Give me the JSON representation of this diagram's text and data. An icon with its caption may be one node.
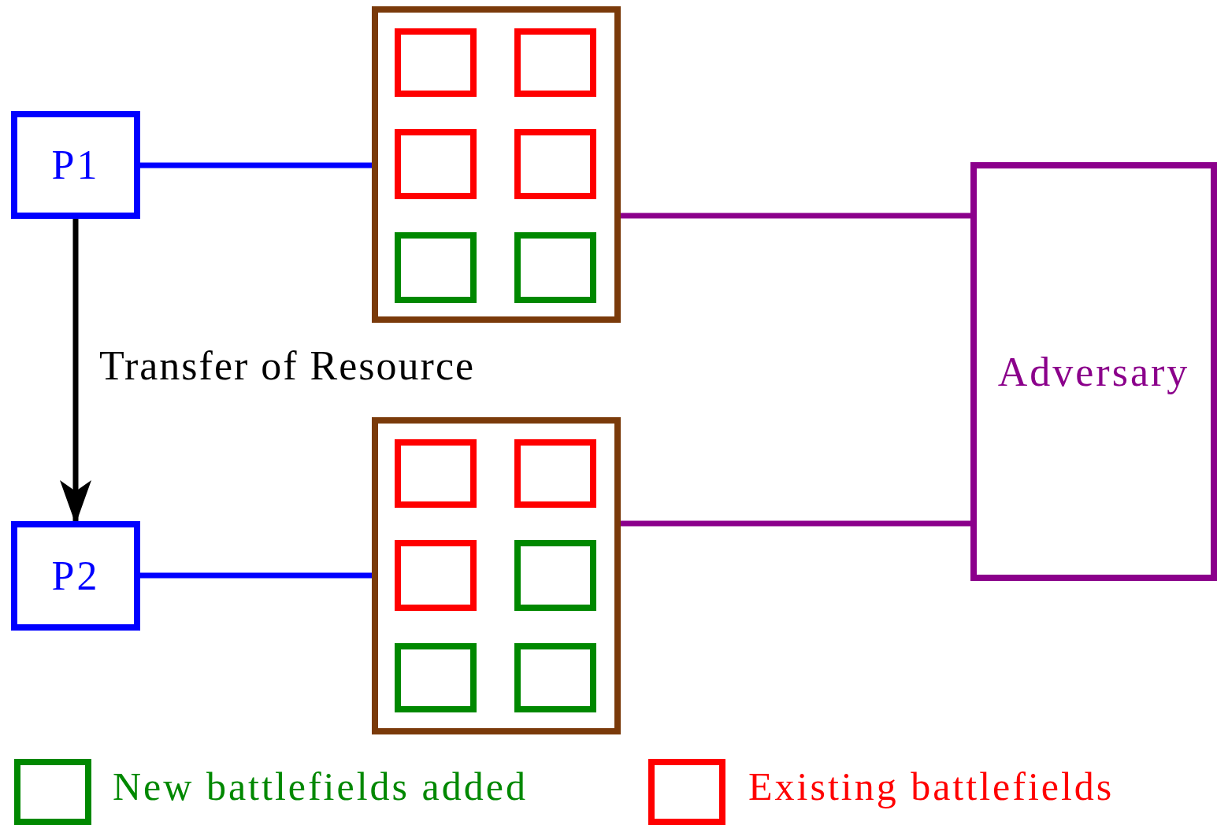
{
  "diagram": {
    "nodes": [
      {
        "text": [
          "P1"
        ]
      },
      {
        "text": [],
        "shape": "box"
      },
      {
        "text": [],
        "shape": "box",
        "in": 1
      },
      {
        "text": [],
        "shape": "box",
        "in": 1
      },
      {
        "text": [],
        "shape": "box",
        "in": 1
      },
      {
        "text": [],
        "shape": "box",
        "in": 1
      },
      {
        "text": [],
        "shape": "box",
        "in": 1
      },
      {
        "text": [],
        "shape": "box",
        "in": 1
      },
      {
        "text": [
          "Adversary"
        ]
      },
      {
        "text": [
          "P2"
        ]
      },
      {
        "text": [],
        "shape": "box"
      },
      {
        "text": [],
        "shape": "box",
        "in": 10
      },
      {
        "text": [],
        "shape": "box",
        "in": 10
      },
      {
        "text": [],
        "shape": "box",
        "in": 10
      },
      {
        "text": [],
        "shape": "box",
        "in": 10
      },
      {
        "text": [],
        "shape": "box",
        "in": 10
      },
      {
        "text": [],
        "shape": "box",
        "in": 10
      }
    ],
    "edges": [
      {
        "from": 0,
        "to": 1,
        "arrow": "none",
        "color": "#0000ff"
      },
      {
        "from": 1,
        "to": 8,
        "arrow": "none",
        "color": "#8b008b"
      },
      {
        "from": 0,
        "to": 9,
        "arrow": "to",
        "label": "Transfer of Resource",
        "color": "#000000"
      },
      {
        "from": 10,
        "to": 8,
        "arrow": "none",
        "color": "#8b008b"
      },
      {
        "from": 9,
        "to": 10,
        "arrow": "none",
        "color": "#0000ff"
      }
    ],
    "legend": [
      {
        "text": "New battlefields added",
        "color": "#008800"
      },
      {
        "text": "Existing battlefields",
        "color": "#ff0000"
      }
    ]
  }
}
